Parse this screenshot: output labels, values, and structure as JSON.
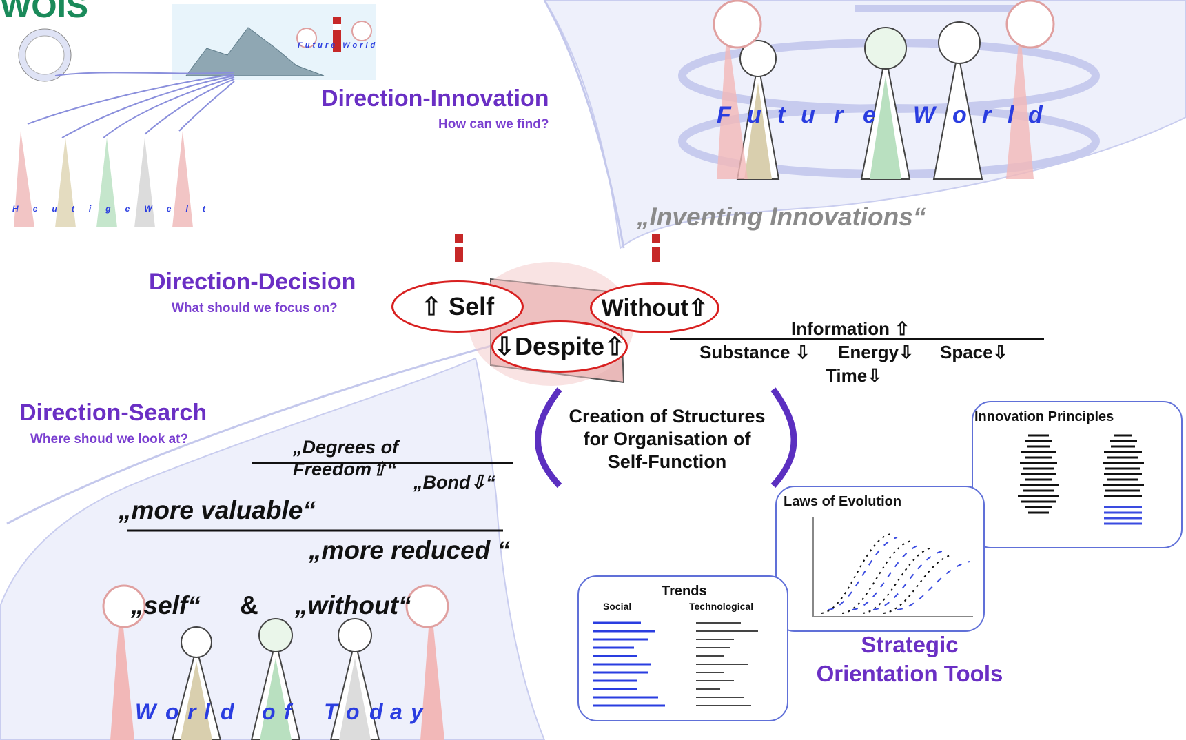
{
  "logo": "WOIS",
  "thumbnail": {
    "future_world": "Future World",
    "heutige_welt": [
      "H",
      "e",
      "u",
      "t",
      "i",
      "g",
      "e",
      "W",
      "e",
      "l",
      "t"
    ]
  },
  "direction_innovation": {
    "title": "Direction-Innovation",
    "question": "How can we find?"
  },
  "direction_decision": {
    "title": "Direction-Decision",
    "question": "What should we focus on?"
  },
  "direction_search": {
    "title": "Direction-Search",
    "question": "Where shoud we look at?"
  },
  "future_world_letters": [
    "F",
    "u",
    "t",
    "u",
    "r",
    "e",
    "W",
    "o",
    "r",
    "l",
    "d"
  ],
  "inventing": "„Inventing Innovations“",
  "ovals": {
    "self": "⇧ Self",
    "without": "Without⇧",
    "despite": "⇩Despite⇧"
  },
  "resources": {
    "information": "Information ⇧",
    "substance": "Substance ⇩",
    "energy": "Energy⇩",
    "space": "Space⇩",
    "time": "Time⇩"
  },
  "creation": {
    "line1": "Creation of Structures",
    "line2": "for Organisation of",
    "line3": "Self-Function"
  },
  "degrees": {
    "line1": "„Degrees of",
    "line2": "Freedom⇧“",
    "bond": "„Bond⇩“"
  },
  "more_valuable": "„more valuable“",
  "more_reduced": "„more reduced “",
  "self_without": {
    "self": "„self“",
    "amp": "&",
    "without": "„without“"
  },
  "world_of_today_letters": [
    "W",
    "o",
    "r",
    "l",
    "d",
    "o",
    "f",
    "T",
    "o",
    "d",
    "a",
    "y"
  ],
  "tools": {
    "innovation_principles": "Innovation Principles",
    "laws_of_evolution": "Laws of Evolution",
    "trends": {
      "title": "Trends",
      "social": "Social",
      "technological": "Technological"
    },
    "strategic_line1": "Strategic",
    "strategic_line2": "Orientation Tools"
  },
  "colors": {
    "purple": "#6a2fc4",
    "blue": "#2a3de0",
    "red": "#d82020",
    "green": "#1a8a5a",
    "panel": "#eef0fb"
  }
}
